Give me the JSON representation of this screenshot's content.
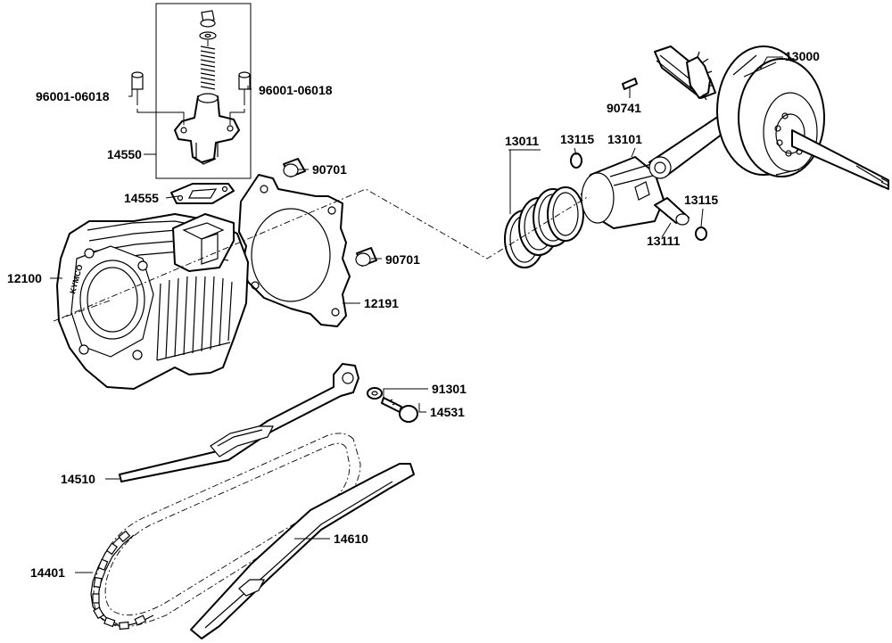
{
  "labels": {
    "bolt_left": "96001-06018",
    "bolt_right": "96001-06018",
    "tensioner": "14550",
    "tensioner_gasket": "14555",
    "cylinder": "12100",
    "cylinder_stamp": "KYMCO",
    "dowel_top": "90701",
    "dowel_bottom": "90701",
    "cylinder_gasket": "12191",
    "piston_rings": "13011",
    "clip_top": "13115",
    "piston": "13101",
    "clip_right": "13115",
    "piston_pin": "13111",
    "key": "90741",
    "crankshaft": "13000",
    "washer": "91301",
    "pivot_bolt": "14531",
    "tensioner_arm": "14510",
    "chain_guide": "14610",
    "cam_chain": "14401"
  }
}
